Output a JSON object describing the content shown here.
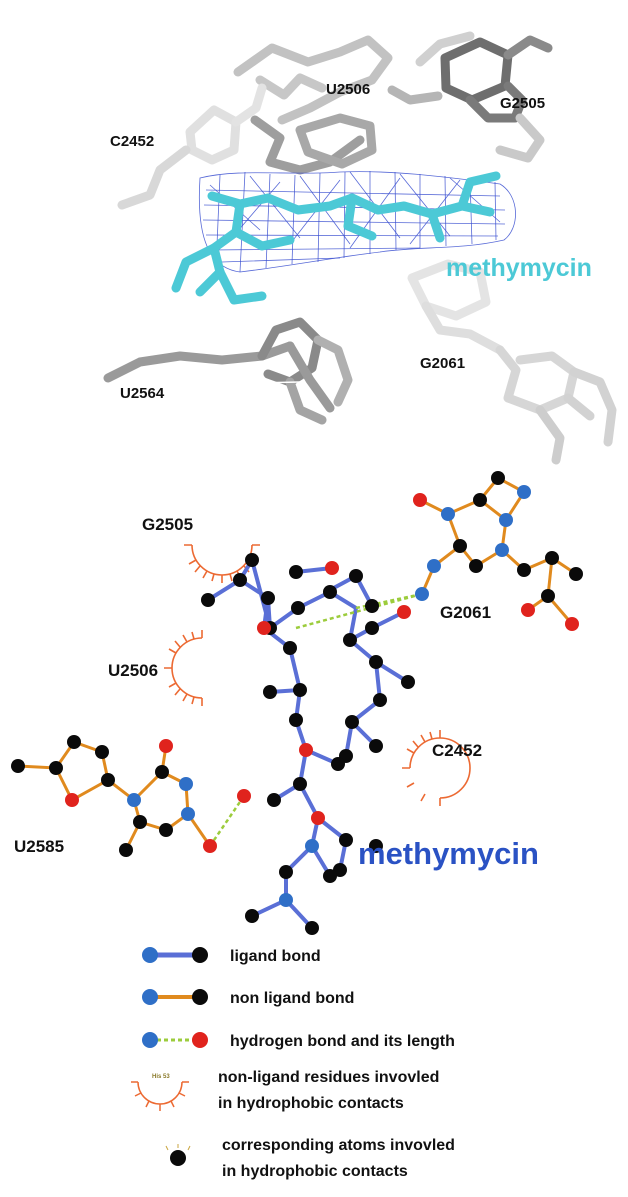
{
  "panel_a": {
    "residue_labels": [
      "U2506",
      "G2505",
      "C2452",
      "G2061",
      "U2564"
    ],
    "ligand_label": "methymycin",
    "ligand_color": "#4cc9d6"
  },
  "panel_b": {
    "residue_labels": [
      "G2505",
      "G2061",
      "U2506",
      "C2452",
      "U2585"
    ],
    "ligand_label": "methymycin",
    "ligand_color": "#2a52c4"
  },
  "legend": {
    "items": [
      {
        "label": "ligand bond"
      },
      {
        "label": "non ligand bond"
      },
      {
        "label": "hydrogen bond and its length"
      },
      {
        "label_line1": "non-ligand residues invovled",
        "label_line2": "in hydrophobic contacts",
        "residue_tag": "His 53"
      },
      {
        "label_line1": "corresponding atoms invovled",
        "label_line2": "in hydrophobic contacts"
      }
    ],
    "colors": {
      "ligand_bond": "#5a6fd6",
      "non_ligand_bond": "#e08a1e",
      "hbond": "#9ccc3c",
      "nitrogen": "#2f6fc7",
      "oxygen": "#e0231d",
      "carbon": "#0a0a0a",
      "hydrophobic_arc": "#ec6a33"
    }
  }
}
